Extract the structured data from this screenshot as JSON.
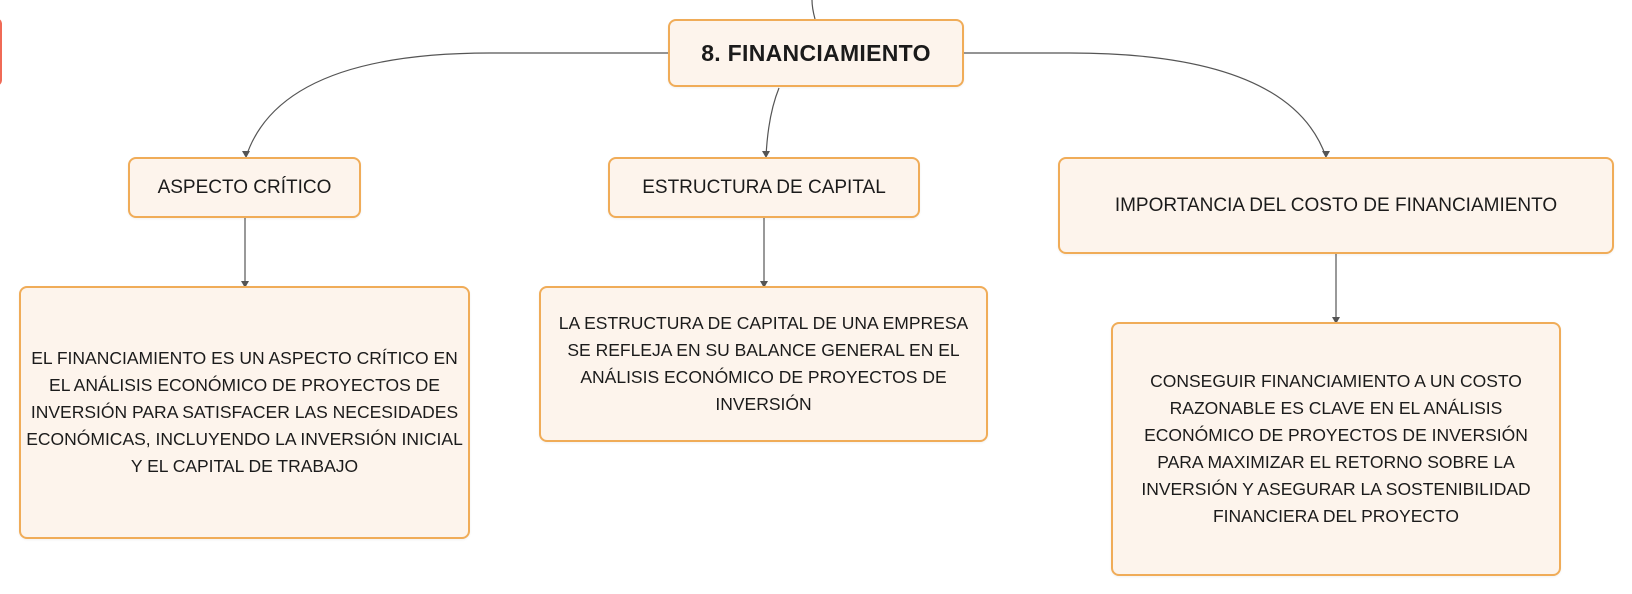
{
  "map": {
    "root": {
      "label": "8. FINANCIAMIENTO"
    },
    "branches": [
      {
        "label": "ASPECTO CRÍTICO",
        "detail": "EL FINANCIAMIENTO ES UN ASPECTO CRÍTICO EN EL ANÁLISIS ECONÓMICO DE PROYECTOS DE INVERSIÓN PARA SATISFACER LAS NECESIDADES ECONÓMICAS, INCLUYENDO LA INVERSIÓN INICIAL Y EL CAPITAL DE TRABAJO"
      },
      {
        "label": "ESTRUCTURA DE CAPITAL",
        "detail": "LA ESTRUCTURA DE CAPITAL DE UNA EMPRESA SE REFLEJA EN SU BALANCE GENERAL EN EL ANÁLISIS ECONÓMICO DE PROYECTOS DE INVERSIÓN"
      },
      {
        "label": "IMPORTANCIA DEL COSTO DE FINANCIAMIENTO",
        "detail": "CONSEGUIR FINANCIAMIENTO A UN COSTO RAZONABLE ES CLAVE EN EL ANÁLISIS ECONÓMICO DE PROYECTOS DE INVERSIÓN PARA MAXIMIZAR EL RETORNO SOBRE LA INVERSIÓN Y ASEGURAR LA SOSTENIBILIDAD FINANCIERA DEL PROYECTO"
      }
    ]
  },
  "colors": {
    "node_fill": "#fdf4ec",
    "node_border": "#f0ac58",
    "connector": "#555555",
    "edge_tab": "#f06a56"
  }
}
